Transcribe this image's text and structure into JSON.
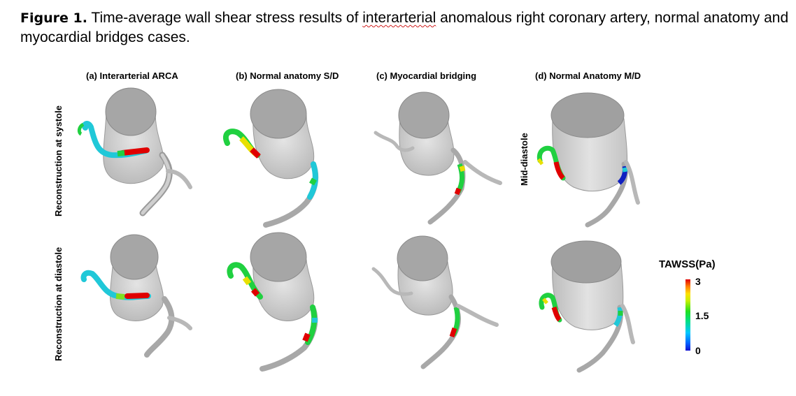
{
  "caption": {
    "lead": "Figure 1.",
    "text_before": " Time-average wall shear stress results of ",
    "flagged_word": "interarterial",
    "text_after": " anomalous right coronary artery, normal anatomy and myocardial bridges cases."
  },
  "columns": [
    "(a) Interarterial ARCA",
    "(b) Normal anatomy S/D",
    "(c) Myocardial bridging",
    "(d) Normal Anatomy M/D"
  ],
  "rows": [
    "Reconstruction at systole",
    "Reconstruction at diastole"
  ],
  "side_label": "Mid-diastole",
  "legend": {
    "title": "TAWSS(Pa)",
    "ticks": [
      "3",
      "1.5",
      "0"
    ]
  },
  "colors": {
    "vessel": "#a8a8a8",
    "aorta_top": "#9a9a9a",
    "aorta_body": "#d4d4d4",
    "high": "#e00000",
    "mid": "#20d040",
    "low": "#1020c0",
    "cyan": "#20c8d8",
    "yellow": "#e8e000"
  }
}
